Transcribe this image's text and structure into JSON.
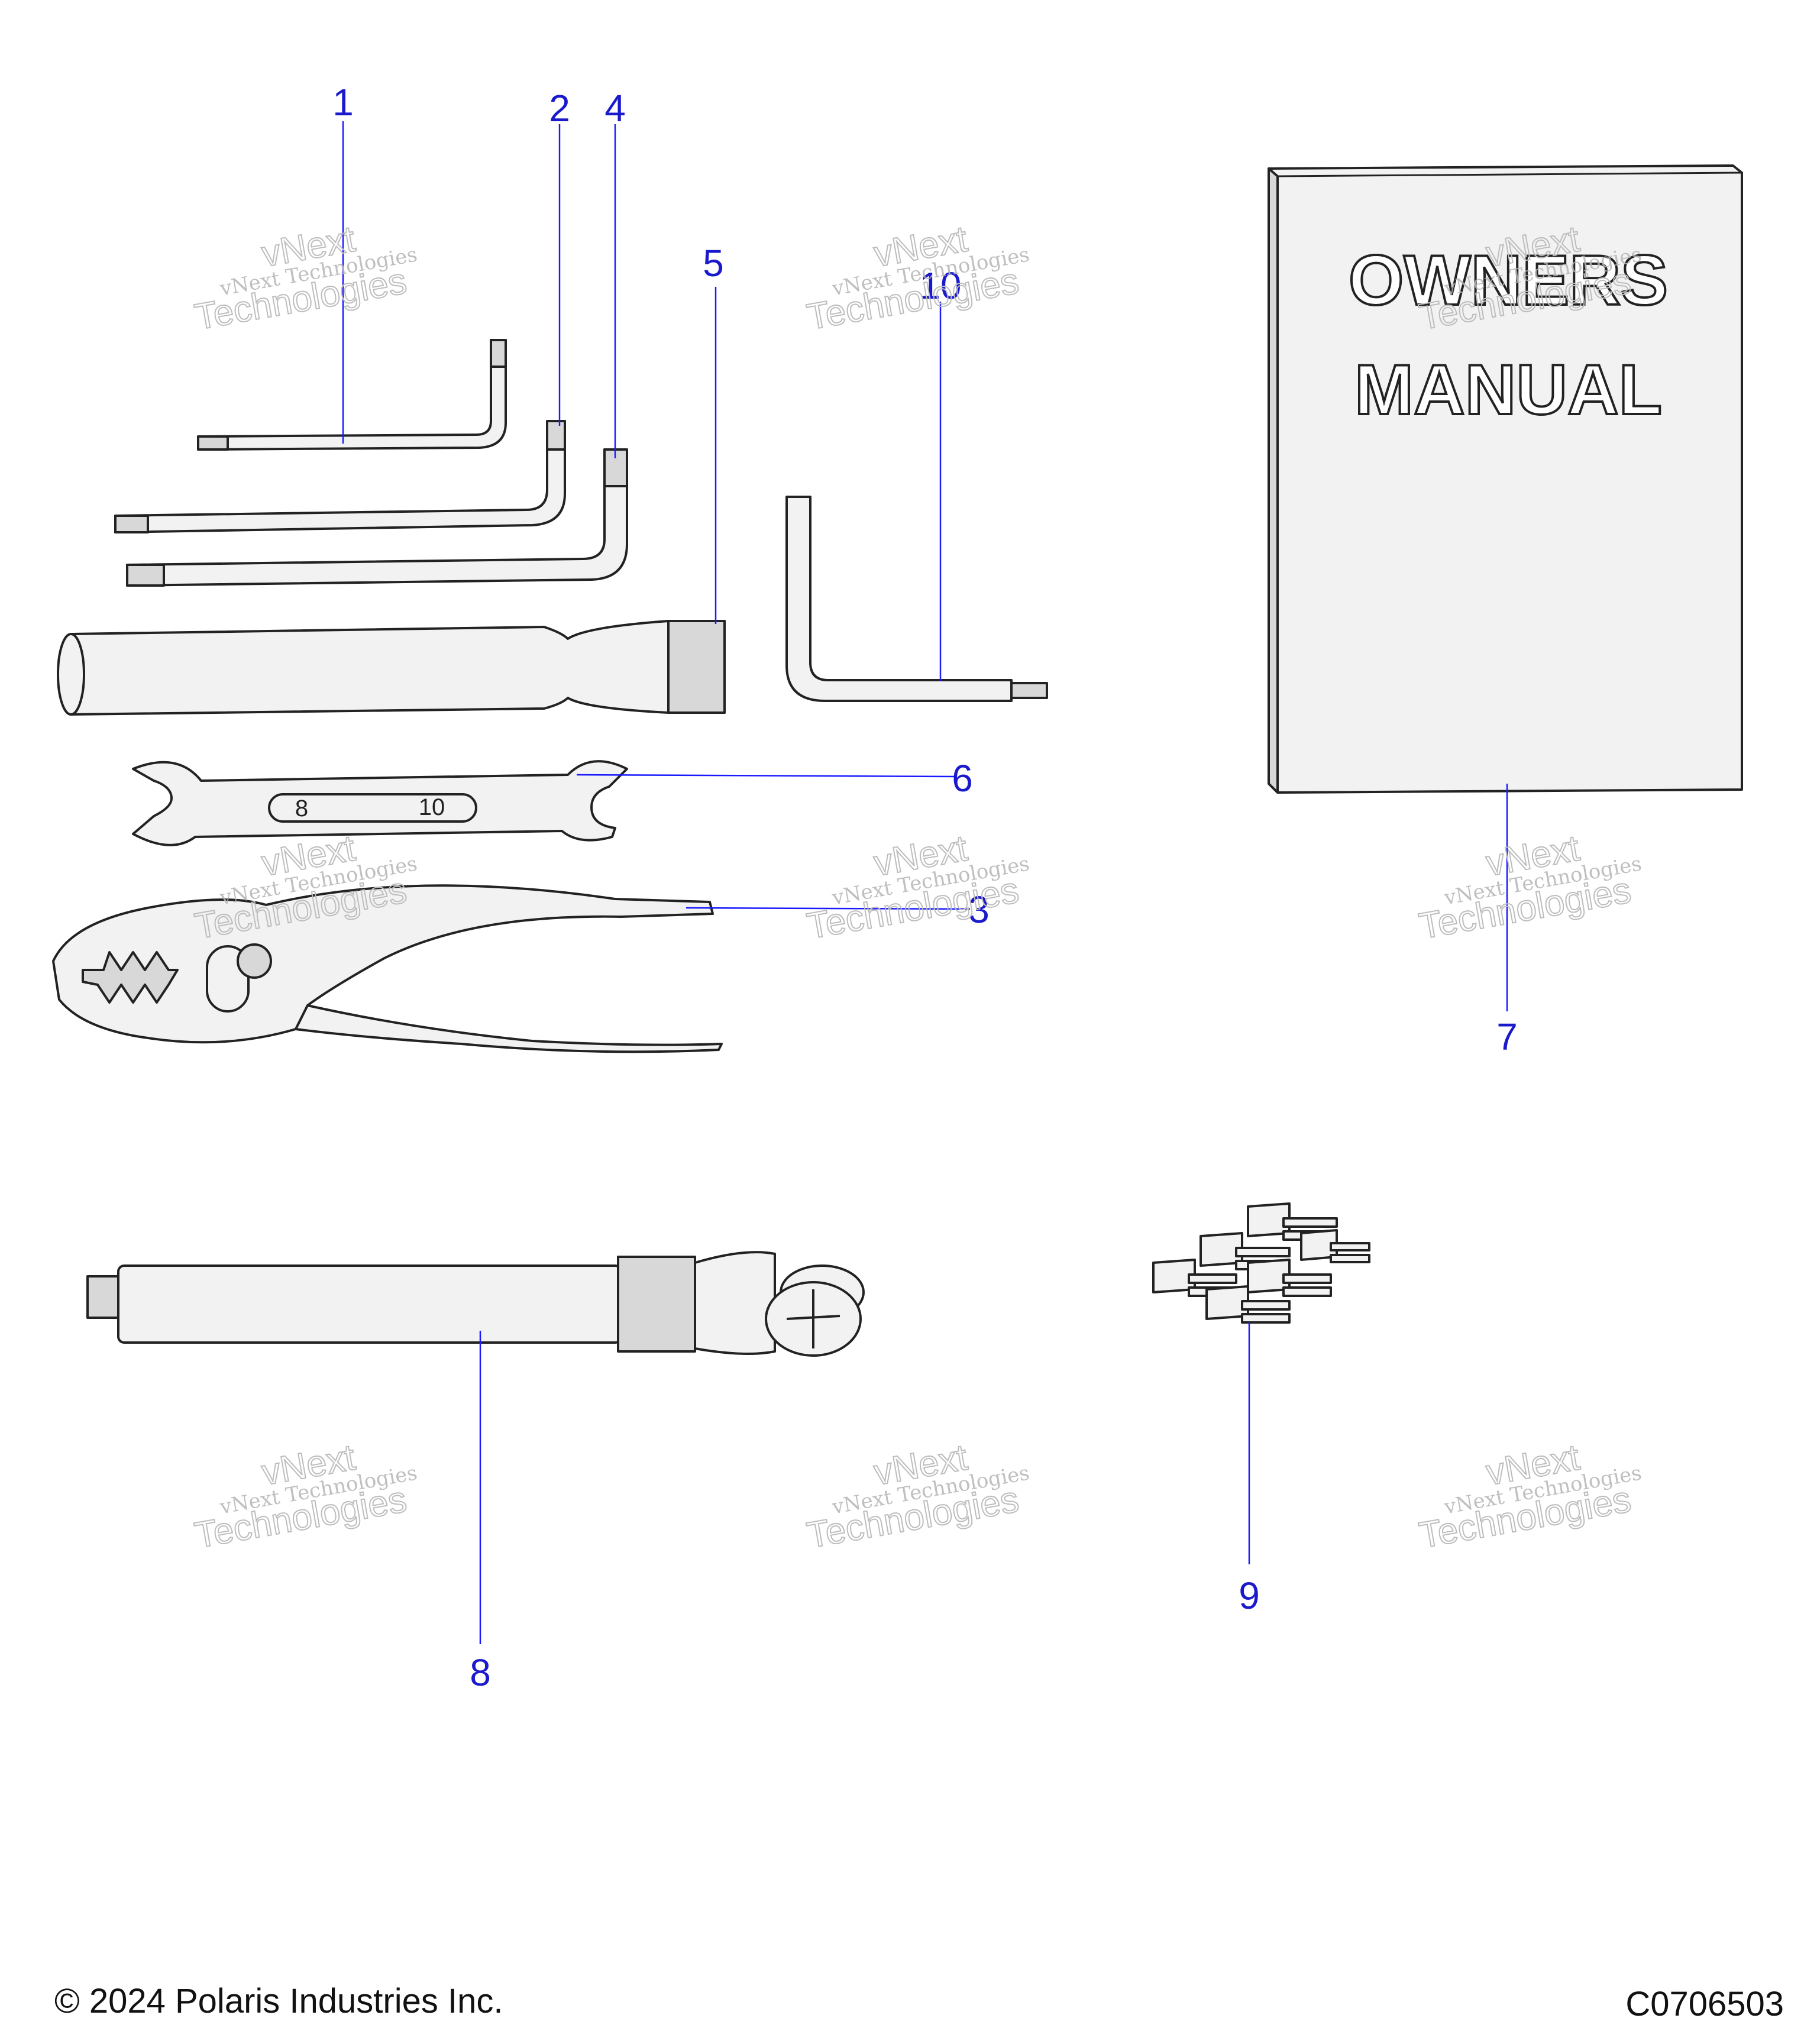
{
  "callouts": {
    "c1": "1",
    "c2": "2",
    "c3": "3",
    "c4": "4",
    "c5": "5",
    "c6": "6",
    "c7": "7",
    "c8": "8",
    "c9": "9",
    "c10": "10"
  },
  "manual": {
    "line1": "OWNERS",
    "line2": "MANUAL"
  },
  "wrench_sizes": {
    "left": "8",
    "right": "10"
  },
  "watermark": {
    "line1": "vNext Technologies",
    "line2": "vNext",
    "line3": "Technologies"
  },
  "footer": {
    "copyright": "© 2024 Polaris Industries Inc.",
    "code": "C0706503"
  },
  "colors": {
    "callout": "#1a1acc",
    "leader": "#1a1aff",
    "watermark": "#b5b5b5"
  }
}
